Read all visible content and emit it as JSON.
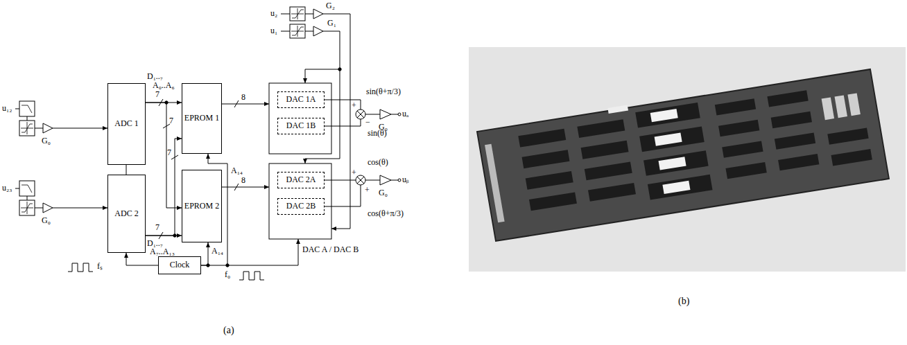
{
  "diagram": {
    "nodes": [
      {
        "text": [
          "ADC 1"
        ]
      },
      {
        "text": [
          "EPROM 1"
        ]
      },
      {
        "text": [
          "DAC 1A"
        ]
      },
      {
        "text": [
          "DAC 1B"
        ]
      },
      {
        "text": [
          "ADC 2"
        ]
      },
      {
        "text": [
          "EPROM 2"
        ]
      },
      {
        "text": [
          "DAC 2A"
        ]
      },
      {
        "text": [
          "DAC 2B"
        ]
      },
      {
        "text": [
          "Clock"
        ]
      }
    ],
    "edges": [
      {
        "from": 0,
        "to": 1,
        "arrow": "to"
      },
      {
        "from": 0,
        "to": 5,
        "arrow": "to"
      },
      {
        "from": 4,
        "to": 5,
        "arrow": "to"
      },
      {
        "from": 4,
        "to": 1,
        "arrow": "to"
      },
      {
        "from": 8,
        "to": 4,
        "arrow": "to"
      },
      {
        "from": 8,
        "to": 5,
        "arrow": "to"
      }
    ],
    "labels": [
      "u₂",
      "G₂",
      "u₁",
      "G₁",
      "u₁₂",
      "G₀",
      "u₂₃",
      "G₀",
      "D₁..₇",
      "A₀..A₆",
      "D₁..₇",
      "A₇..A₁₃",
      "7",
      "7",
      "7",
      "7",
      "8",
      "A₁₄",
      "8",
      "A₁₄",
      "sin(θ+π/3)",
      "sin(θ)",
      "cos(θ)",
      "cos(θ+π/3)",
      "DAC A / DAC B",
      "uₐ",
      "G₀",
      "uᵦ",
      "G₀",
      "+",
      "−",
      "+",
      "+",
      "fₛ",
      "f₀",
      "(a)",
      "(b)"
    ]
  }
}
